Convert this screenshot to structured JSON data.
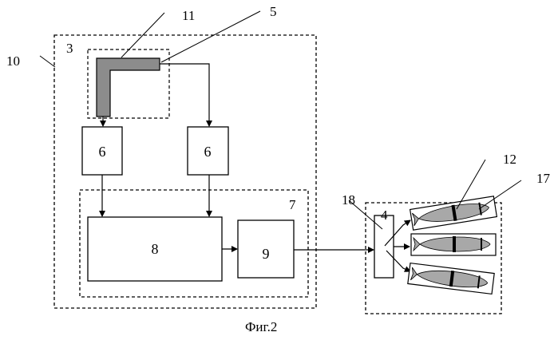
{
  "caption": "Фиг.2",
  "labels": {
    "l3": "3",
    "l4": "4",
    "l5": "5",
    "l7": "7",
    "l10": "10",
    "l11": "11",
    "l12": "12",
    "l17": "17",
    "l18": "18"
  },
  "blocks": {
    "b6a": "6",
    "b6b": "6",
    "b8": "8",
    "b9": "9"
  },
  "colors": {
    "stroke": "#000000",
    "sensor_fill": "#8c8c8c",
    "fish_fill": "#a8a8a8"
  }
}
